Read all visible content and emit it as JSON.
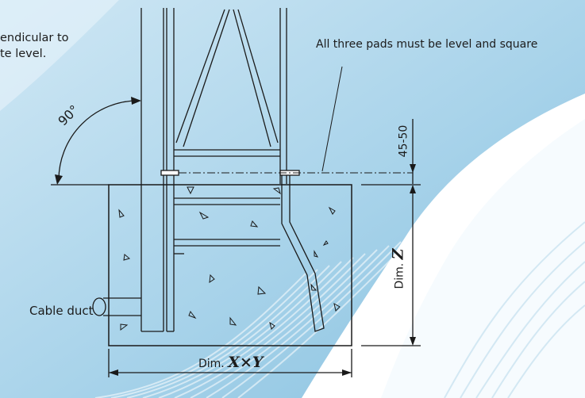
{
  "notes": {
    "left_line1": "endicular to",
    "left_line2": "te level.",
    "right": "All three pads must be level and square"
  },
  "labels": {
    "cable_duct": "Cable duct",
    "gap": "45-50",
    "angle": "90°",
    "depth_prefix": "Dim.",
    "depth_var": "Z",
    "width_prefix": "Dim.",
    "width_var": "X×Y"
  },
  "colors": {
    "sky_light": "#d7ecf6",
    "sky_mid": "#a9d4e9",
    "sky_deep": "#7fbcdd",
    "line": "#1a1a1a"
  }
}
